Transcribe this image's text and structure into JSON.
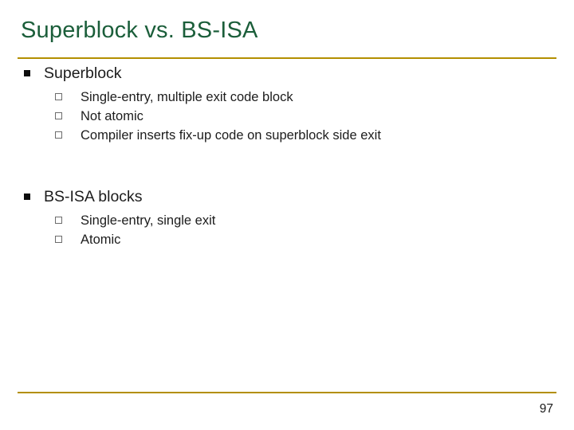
{
  "slide": {
    "title": "Superblock vs. BS-ISA",
    "page_number": "97",
    "accent_rule_color": "#b38f00",
    "title_color": "#1b5e3a",
    "sections": [
      {
        "heading": "Superblock",
        "bullets": [
          "Single-entry, multiple exit code block",
          "Not atomic",
          "Compiler inserts fix-up code on superblock side exit"
        ]
      },
      {
        "heading": "BS-ISA blocks",
        "bullets": [
          "Single-entry, single exit",
          "Atomic"
        ]
      }
    ]
  }
}
